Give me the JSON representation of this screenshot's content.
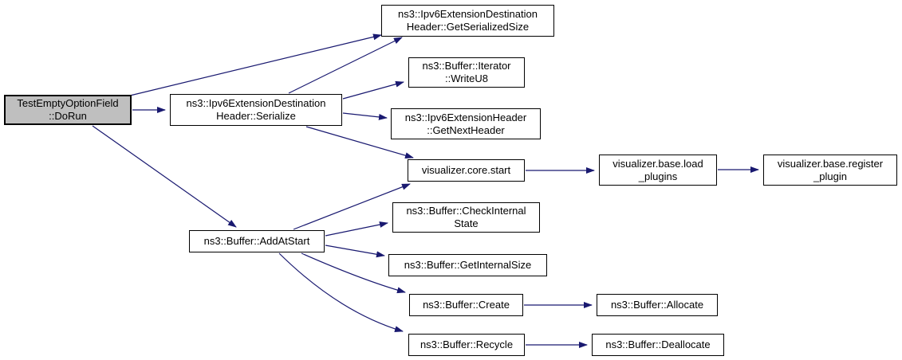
{
  "diagram": {
    "type": "call-graph",
    "nodes": {
      "dorun": {
        "label": "TestEmptyOptionField\n::DoRun",
        "highlighted": true
      },
      "serialize": {
        "label": "ns3::Ipv6ExtensionDestination\nHeader::Serialize"
      },
      "get_serialized_size": {
        "label": "ns3::Ipv6ExtensionDestination\nHeader::GetSerializedSize"
      },
      "write_u8": {
        "label": "ns3::Buffer::Iterator\n::WriteU8"
      },
      "get_next_header": {
        "label": "ns3::Ipv6ExtensionHeader\n::GetNextHeader"
      },
      "core_start": {
        "label": "visualizer.core.start"
      },
      "load_plugins": {
        "label": "visualizer.base.load\n_plugins"
      },
      "register_plugin": {
        "label": "visualizer.base.register\n_plugin"
      },
      "add_at_start": {
        "label": "ns3::Buffer::AddAtStart"
      },
      "check_internal_state": {
        "label": "ns3::Buffer::CheckInternal\nState"
      },
      "get_internal_size": {
        "label": "ns3::Buffer::GetInternalSize"
      },
      "create": {
        "label": "ns3::Buffer::Create"
      },
      "allocate": {
        "label": "ns3::Buffer::Allocate"
      },
      "recycle": {
        "label": "ns3::Buffer::Recycle"
      },
      "deallocate": {
        "label": "ns3::Buffer::Deallocate"
      }
    },
    "edges": [
      {
        "from": "dorun",
        "to": "get_serialized_size"
      },
      {
        "from": "dorun",
        "to": "serialize"
      },
      {
        "from": "dorun",
        "to": "add_at_start"
      },
      {
        "from": "serialize",
        "to": "get_serialized_size"
      },
      {
        "from": "serialize",
        "to": "write_u8"
      },
      {
        "from": "serialize",
        "to": "get_next_header"
      },
      {
        "from": "serialize",
        "to": "core_start"
      },
      {
        "from": "add_at_start",
        "to": "core_start"
      },
      {
        "from": "add_at_start",
        "to": "check_internal_state"
      },
      {
        "from": "add_at_start",
        "to": "get_internal_size"
      },
      {
        "from": "add_at_start",
        "to": "create"
      },
      {
        "from": "add_at_start",
        "to": "recycle"
      },
      {
        "from": "core_start",
        "to": "load_plugins"
      },
      {
        "from": "load_plugins",
        "to": "register_plugin"
      },
      {
        "from": "create",
        "to": "allocate"
      },
      {
        "from": "recycle",
        "to": "deallocate"
      }
    ]
  },
  "colors": {
    "edge": "#191970",
    "node_border": "#000000",
    "node_fill": "#ffffff",
    "highlight_fill": "#bfbfbf",
    "text": "#000000",
    "background": "#ffffff"
  }
}
